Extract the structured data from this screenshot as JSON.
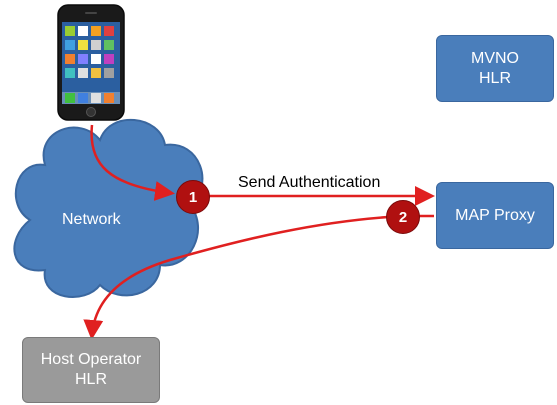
{
  "nodes": {
    "network": {
      "label": "Network",
      "color": "#4a7ebb"
    },
    "mvno_hlr": {
      "line1": "MVNO",
      "line2": "HLR",
      "color": "#4a7ebb"
    },
    "map_proxy": {
      "label": "MAP Proxy",
      "color": "#4a7ebb"
    },
    "host_hlr": {
      "line1": "Host Operator",
      "line2": "HLR",
      "color": "#9a9a9a"
    }
  },
  "edges": {
    "send_authentication": {
      "label": "Send Authentication",
      "step": "1"
    },
    "return_path": {
      "step": "2"
    }
  },
  "colors": {
    "arrow": "#e02020",
    "badge": "#b01010"
  },
  "icons": {
    "device": "smartphone-icon",
    "network": "cloud-shape"
  }
}
